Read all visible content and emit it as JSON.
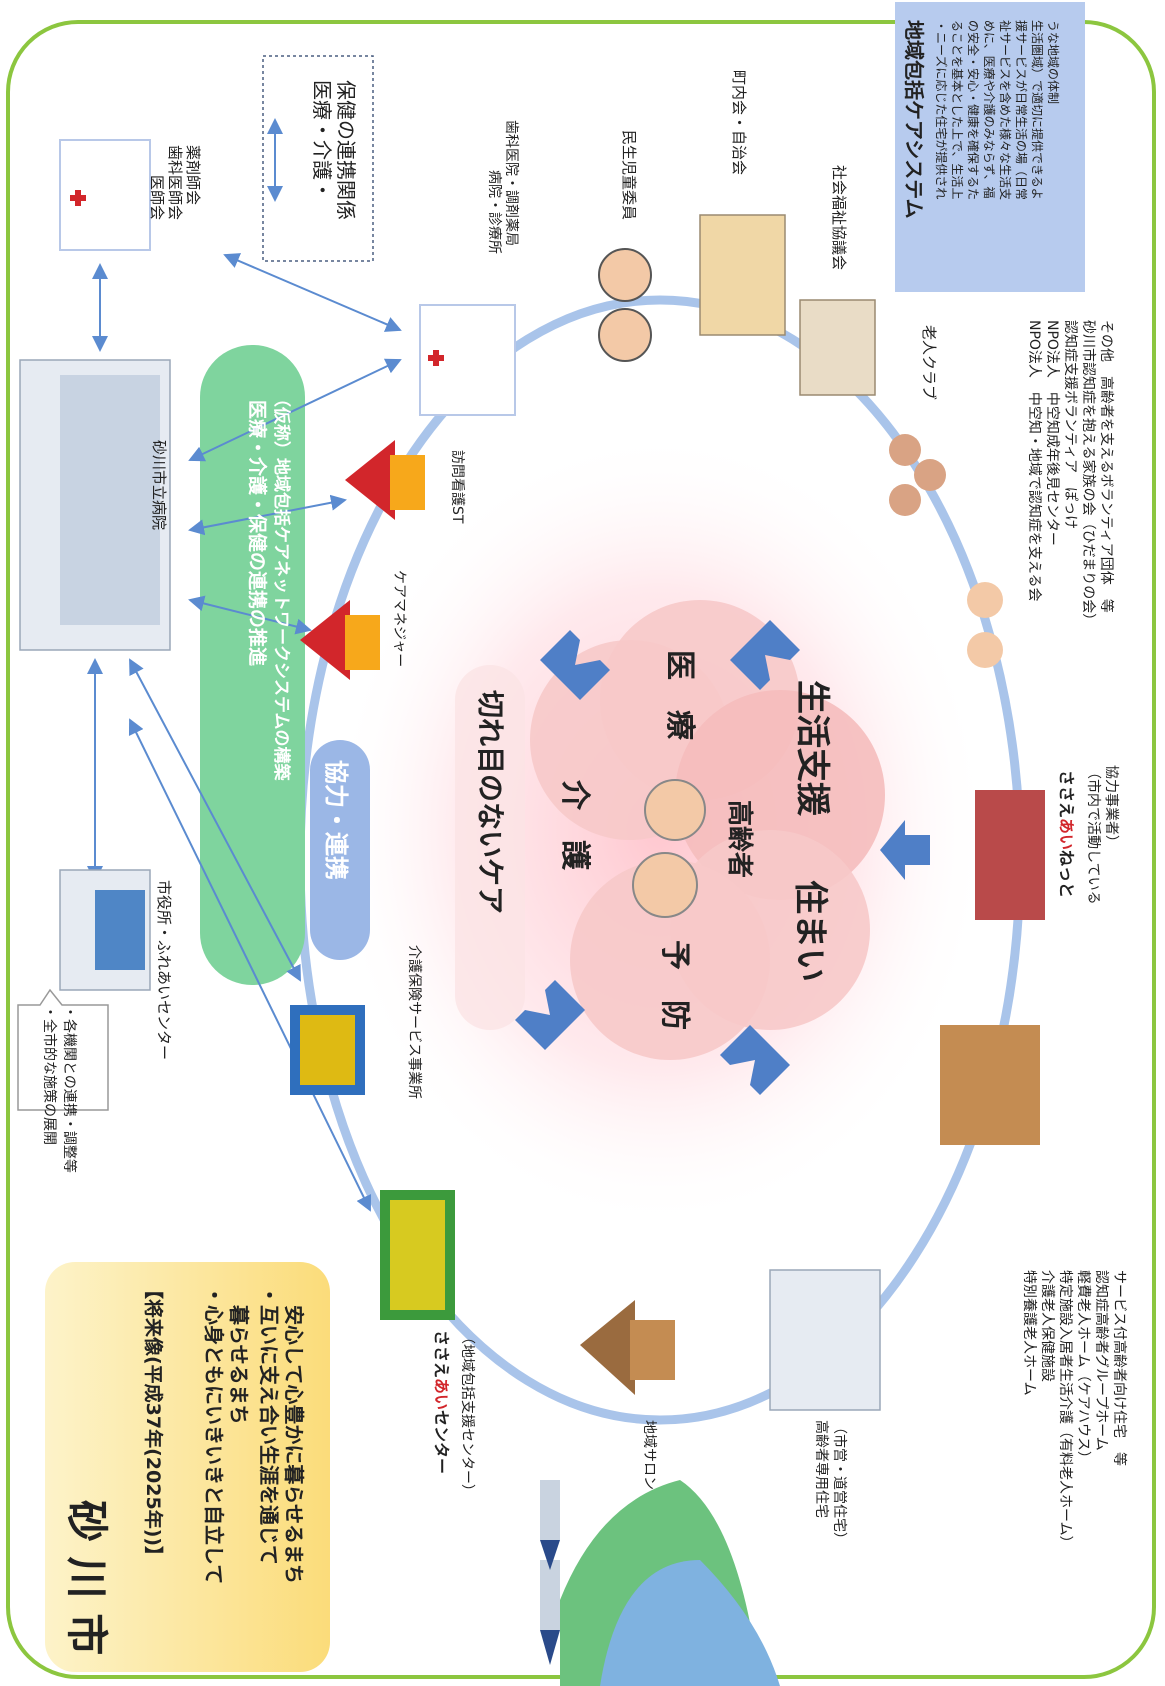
{
  "city": {
    "name": "砂 川 市",
    "vision_title": "【将来像(平成37年(2025年))】",
    "vision_lines": [
      "・心身ともにいきいきと自立して",
      "　暮らせるまち",
      "・互いに支え合い生涯を通じて",
      "　安心して心豊かに暮らせるまち"
    ]
  },
  "system": {
    "title": "地域包括ケアシステム",
    "description_lines": [
      "・ニーズに応じた住宅が提供され",
      "ることを基本とした上で、生活上",
      "の安全・安心・健康を確保するた",
      "めに、医療や介護のみならず、福",
      "祉サービスを含めた様々な生活支",
      "援サービスが日常生活の場（日常",
      "生活圏域）で適切に提供できるよ",
      "うな地域の体制"
    ]
  },
  "legend": {
    "arrow": "⟷",
    "label_lines": [
      "医療・介護・",
      "保健の連携関係"
    ]
  },
  "callout_lines": [
    "・全市的な施策の展開",
    "・各機関との連携・調整等"
  ],
  "green_band_lines": [
    "医療・介護・保健の連携の推進",
    "（仮称）地域包括ケアネットワークシステムの構築"
  ],
  "cooperation": "協力・連携",
  "center": {
    "seamless": "切れ目のないケア",
    "elderly": "高齢者",
    "care": "介　護",
    "medical": "医　療",
    "living_support": "生活支援",
    "housing": "住まい",
    "prevention": "予　防"
  },
  "nodes": {
    "city_hall": "市役所・ふれあいセンター",
    "hospital": "砂川市立病院",
    "medical_assoc": [
      "医師会",
      "歯科医師会",
      "薬剤師会"
    ],
    "clinics": [
      "病院・診療所",
      "歯科医院・調剤薬局"
    ],
    "welfare_commissioner": "民生児童委員",
    "neighborhood": "町内会・自治会",
    "social_welfare": "社会福祉協議会",
    "senior_club": "老人クラブ",
    "npo_list": [
      "NPO法人　中空知・地域で認知症を支える会",
      "NPO法人　中空知成年後見センター",
      "認知症支援ボランティア　ぽっけ",
      "砂川市認知症を抱える家族の会（ひだまりの会）",
      "その他　高齢者を支えるボランティア団体　等"
    ],
    "sasaeai_net_brand": [
      "ささえ",
      "あい",
      "ねっと"
    ],
    "sasaeai_net_desc": [
      "（市内で活動している",
      "協力事業者）"
    ],
    "facilities_list": [
      "特別養護老人ホーム",
      "介護老人保健施設",
      "特定施設入居者生活介護（有料老人ホーム）",
      "軽費老人ホーム（ケアハウス）",
      "認知症高齢者グループホーム",
      "サービス付高齢者向け住宅　等"
    ],
    "elderly_housing": [
      "高齢者専用住宅",
      "（市営・道営住宅）"
    ],
    "community_salon": "地域サロン",
    "center_brand": [
      "ささえ",
      "あい",
      "センター"
    ],
    "center_desc": "（地域包括支援センター）",
    "care_service": "介護保険サービス事業所",
    "care_manager": "ケアマネジャー",
    "visiting_nurse": "訪問看護ST"
  },
  "colors": {
    "frame": "#8cc63f",
    "ring": "#a9c4ea",
    "arrow": "#4f7fc7",
    "green_band": "#7fd49e",
    "blue_band": "#9bb7e6",
    "petal": "#f7c9c9",
    "system_box": "#b7cbee",
    "vision_box": "#fde7a0",
    "house_roof": "#d2262b",
    "house_wall": "#f7a81b"
  }
}
